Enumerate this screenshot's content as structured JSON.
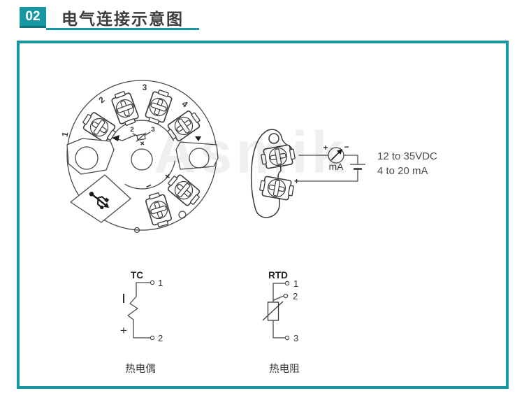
{
  "header": {
    "badge": "02",
    "title": "电气连接示意图"
  },
  "colors": {
    "accent_teal": "#1697A2",
    "line": "#4a4a4a",
    "text_dark": "#333333"
  },
  "watermark": {
    "text": "Asmik"
  },
  "transmitter": {
    "outer_labels": [
      "1",
      "2",
      "3",
      "4"
    ],
    "inner_labels": [
      "2",
      "3"
    ],
    "mark_plus": "+",
    "minus_label": "−",
    "plus_label": "+"
  },
  "loop": {
    "crescent_plus": "+",
    "meter_plus": "+",
    "meter_minus": "−",
    "meter_unit": "mA",
    "supply_voltage": "12 to 35VDC",
    "supply_current": "4 to 20 mA"
  },
  "tc": {
    "title": "TC",
    "terminal_1": "1",
    "terminal_2": "2",
    "plus": "+",
    "caption": "热电偶"
  },
  "rtd": {
    "title": "RTD",
    "terminal_1": "1",
    "terminal_2": "2",
    "terminal_3": "3",
    "caption": "热电阻"
  }
}
